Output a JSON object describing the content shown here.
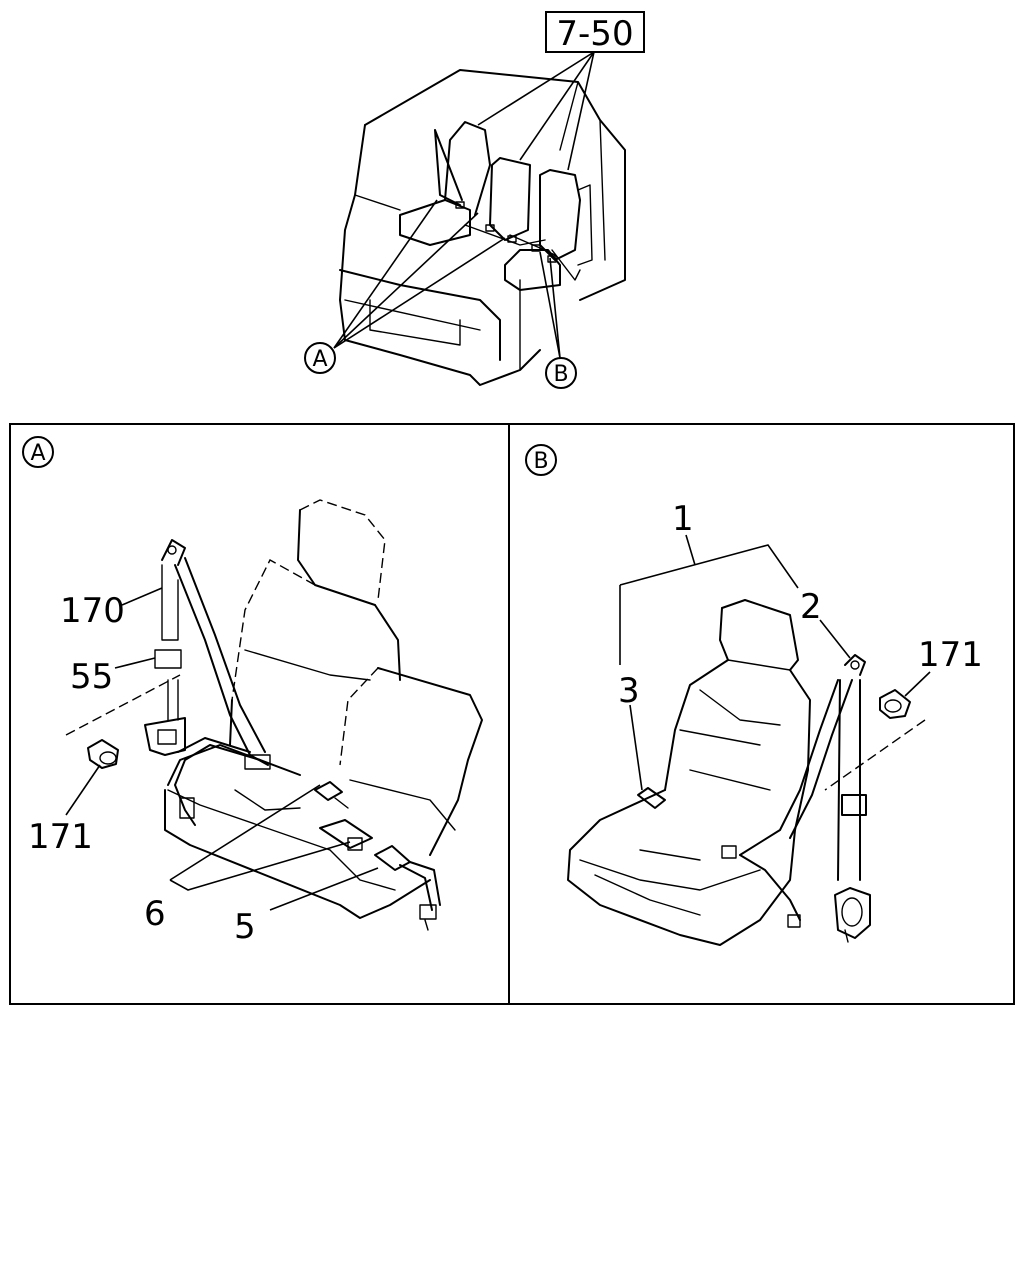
{
  "ref_box": "7-50",
  "callouts": {
    "a_top": "A",
    "b_top": "B",
    "panel_a": "A",
    "panel_b": "B"
  },
  "panel_a_parts": {
    "p170": "170",
    "p55": "55",
    "p171": "171",
    "p6": "6",
    "p5": "5"
  },
  "panel_b_parts": {
    "p1": "1",
    "p2": "2",
    "p3": "3",
    "p171": "171"
  }
}
